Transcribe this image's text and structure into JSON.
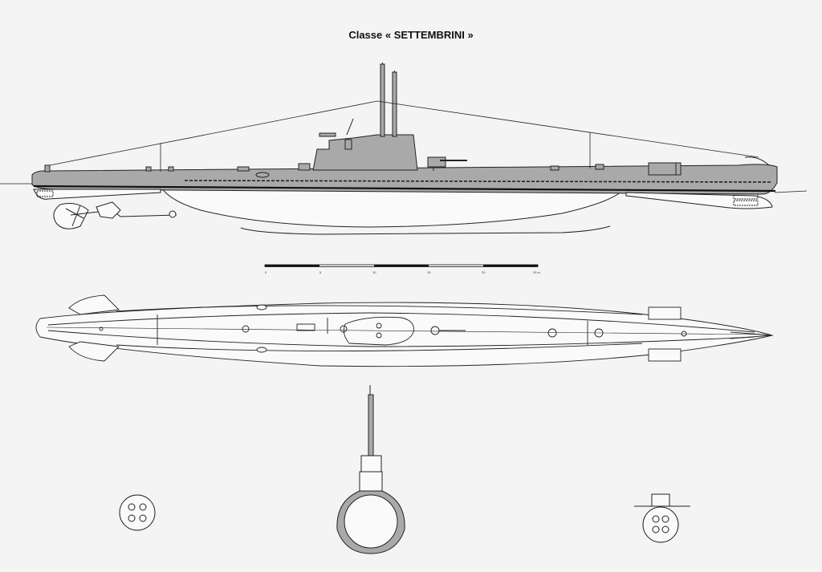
{
  "title": {
    "prefix": "Classe",
    "name": "« SETTEMBRINI »"
  },
  "scale_bar": {
    "ticks": [
      "0",
      "5",
      "10",
      "15",
      "20",
      "25 m"
    ]
  },
  "colors": {
    "hull_gray": "#a9a9a9",
    "line": "#222222",
    "background": "#f4f4f4"
  }
}
